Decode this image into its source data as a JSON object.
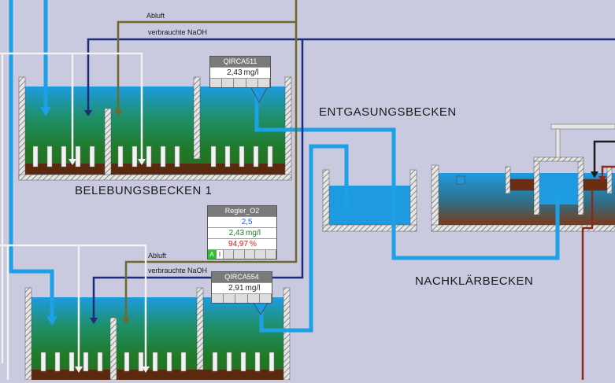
{
  "labels": {
    "abluft_top": "Abluft",
    "naoh_top": "verbrauchte NaOH",
    "abluft_bottom": "Abluft",
    "naoh_bottom": "verbrauchte NaOH",
    "belebungsbecken_1": "BELEBUNGSBECKEN 1",
    "entgasungsbecken": "ENTGASUNGSBECKEN",
    "nachklaerbecken": "NACHKLÄRBECKEN"
  },
  "sensors": {
    "qirca511": {
      "tag": "QIRCA511",
      "value": "2,43",
      "unit": "mg/l"
    },
    "qirca554": {
      "tag": "QIRCA554",
      "value": "2,91",
      "unit": "mg/l"
    }
  },
  "controller": {
    "tag": "Regler_O2",
    "setpoint": "2,5",
    "actual": "2,43",
    "actual_unit": "mg/l",
    "output": "94,97",
    "output_unit": "%",
    "mode_auto": "A",
    "mode_indicator": "I"
  },
  "colors": {
    "background": "#c9c9e0",
    "water_light": "#1e9be0",
    "water_dark_green": "#1f7a2a",
    "sludge_brown": "#6b2e12",
    "pipe_light_blue": "#1ea0e6",
    "pipe_dark_blue": "#1c2b7a",
    "pipe_olive": "#6d6a2a",
    "pipe_white": "#f2f2f2",
    "pipe_red": "#8a2a1a"
  }
}
